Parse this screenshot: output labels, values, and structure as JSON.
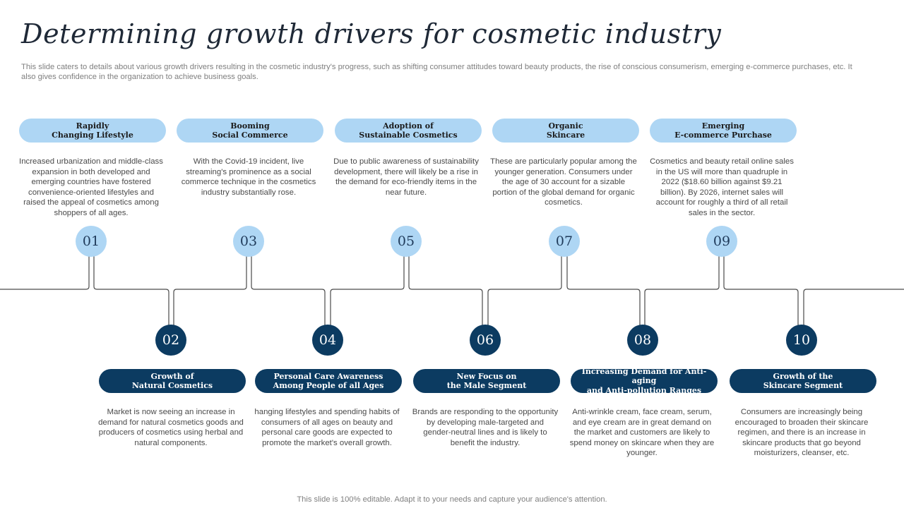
{
  "title": "Determining growth drivers for cosmetic industry",
  "subtitle": "This slide caters to details about various growth drivers resulting in the cosmetic industry's progress, such as shifting consumer attitudes toward beauty products, the rise of conscious consumerism, emerging e-commerce purchases, etc. It also gives confidence in the organization to achieve business goals.",
  "drivers": [
    {
      "number": "01",
      "label": "Rapidly\nChanging Lifestyle",
      "text": "Increased urbanization and middle-class expansion in both developed and emerging countries have fostered convenience-oriented lifestyles and raised the appeal of cosmetics among shoppers of all ages."
    },
    {
      "number": "02",
      "label": "Growth of\nNatural Cosmetics",
      "text": "Market is now seeing an increase in demand for natural cosmetics goods and producers of cosmetics using herbal and natural components."
    },
    {
      "number": "03",
      "label": "Booming\nSocial Commerce",
      "text": "With the Covid-19 incident, live streaming's prominence as a social commerce technique in the cosmetics industry substantially rose."
    },
    {
      "number": "04",
      "label": "Personal Care Awareness\nAmong People of all Ages",
      "text": "hanging lifestyles and spending habits of consumers of all ages on beauty and personal care goods are expected to promote the market's overall growth."
    },
    {
      "number": "05",
      "label": "Adoption of\nSustainable Cosmetics",
      "text": "Due to public awareness of sustainability development, there will likely be a rise in the demand for eco-friendly items in the near future."
    },
    {
      "number": "06",
      "label": "New Focus on\nthe Male Segment",
      "text": "Brands are responding to the opportunity by developing male-targeted and gender-neutral lines and is likely to benefit the industry."
    },
    {
      "number": "07",
      "label": "Organic\nSkincare",
      "text": "These are particularly popular among the younger generation. Consumers under the age of 30 account for a sizable portion of the global demand for organic cosmetics."
    },
    {
      "number": "08",
      "label": "Increasing Demand for Anti-aging\nand Anti-pollution Ranges",
      "text": "Anti-wrinkle cream, face cream, serum, and eye cream are in great demand on the market and customers are likely to spend money on skincare when they are younger."
    },
    {
      "number": "09",
      "label": "Emerging\nE-commerce Purchase",
      "text": "Cosmetics and beauty retail online sales in the US will more than quadruple in 2022 ($18.60 billion against $9.21 billion). By 2026, internet sales will account for roughly a third of all retail sales in the sector."
    },
    {
      "number": "10",
      "label": "Growth of the\nSkincare Segment",
      "text": "Consumers are increasingly being encouraged to broaden their skincare regimen, and there is an increase in skincare products that go beyond moisturizers, cleanser, etc."
    }
  ],
  "footer": "This slide is 100% editable. Adapt it to your needs and capture your audience's attention.",
  "colors": {
    "light_accent": "#aed6f4",
    "dark_accent": "#0c3b61",
    "line": "#4a4a4a"
  }
}
